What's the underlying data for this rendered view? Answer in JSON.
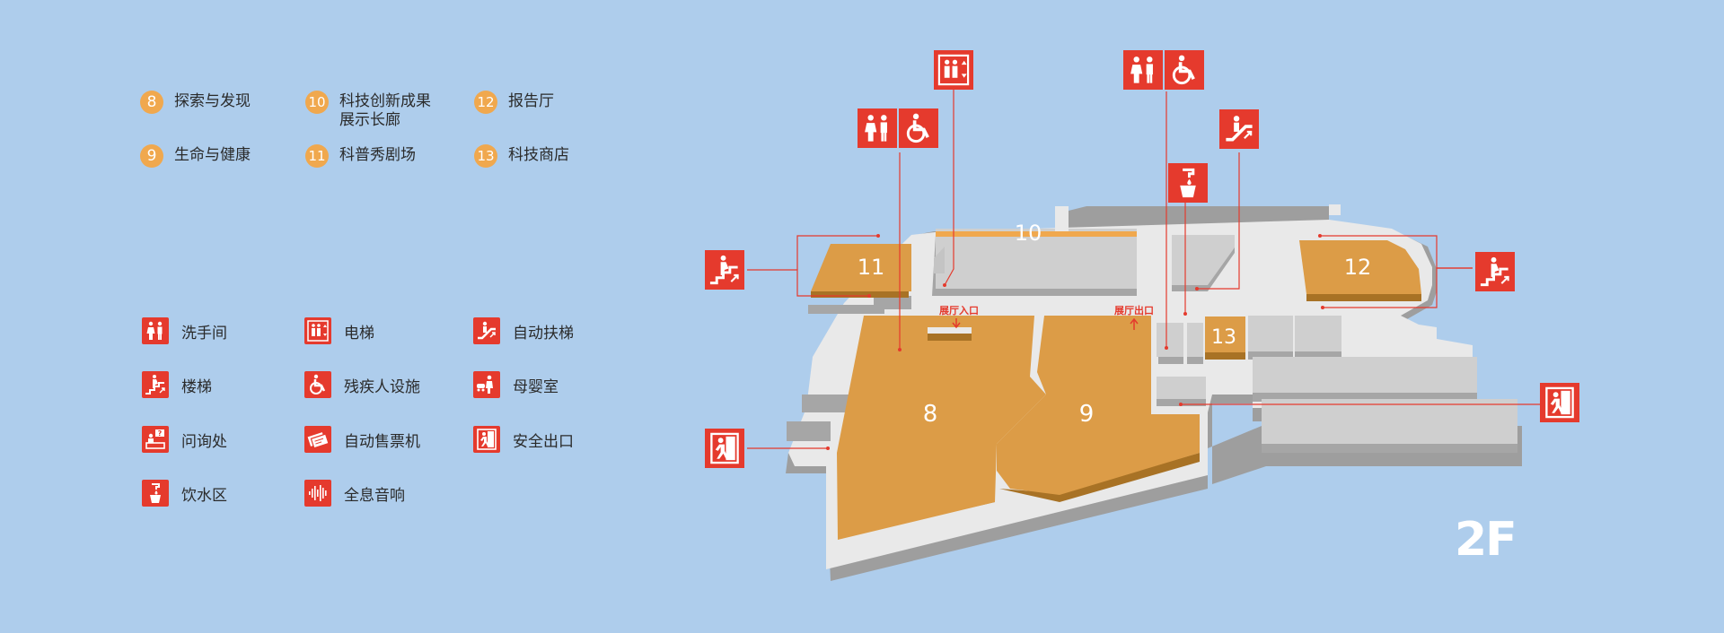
{
  "zones": [
    {
      "num": "8",
      "label": "探索与发现"
    },
    {
      "num": "10",
      "label": "科技创新成果",
      "label2": "展示长廊"
    },
    {
      "num": "12",
      "label": "报告厅"
    },
    {
      "num": "9",
      "label": "生命与健康"
    },
    {
      "num": "11",
      "label": "科普秀剧场"
    },
    {
      "num": "13",
      "label": "科技商店"
    }
  ],
  "facilities": [
    {
      "icon": "restroom-icon",
      "label": "洗手间"
    },
    {
      "icon": "elevator-icon",
      "label": "电梯"
    },
    {
      "icon": "escalator-icon",
      "label": "自动扶梯"
    },
    {
      "icon": "stairs-icon",
      "label": "楼梯"
    },
    {
      "icon": "wheelchair-icon",
      "label": "残疾人设施"
    },
    {
      "icon": "nursing-room-icon",
      "label": "母婴室"
    },
    {
      "icon": "info-desk-icon",
      "label": "问询处"
    },
    {
      "icon": "ticket-machine-icon",
      "label": "自动售票机"
    },
    {
      "icon": "emergency-exit-icon",
      "label": "安全出口"
    },
    {
      "icon": "drinking-water-icon",
      "label": "饮水区"
    },
    {
      "icon": "hologram-audio-icon",
      "label": "全息音响"
    }
  ],
  "map": {
    "zone_labels": [
      "8",
      "9",
      "10",
      "11",
      "12",
      "13"
    ],
    "hall_entrance": "展厅入口",
    "hall_exit": "展厅出口",
    "floor": "2F"
  },
  "colors": {
    "background": "#aecdec",
    "zone_orange": "#dc9c47",
    "icon_red": "#e53a2d",
    "legend_circle": "#f0a84e",
    "floor_gray": "#e8e8e8",
    "block_gray": "#c9c9c9"
  }
}
